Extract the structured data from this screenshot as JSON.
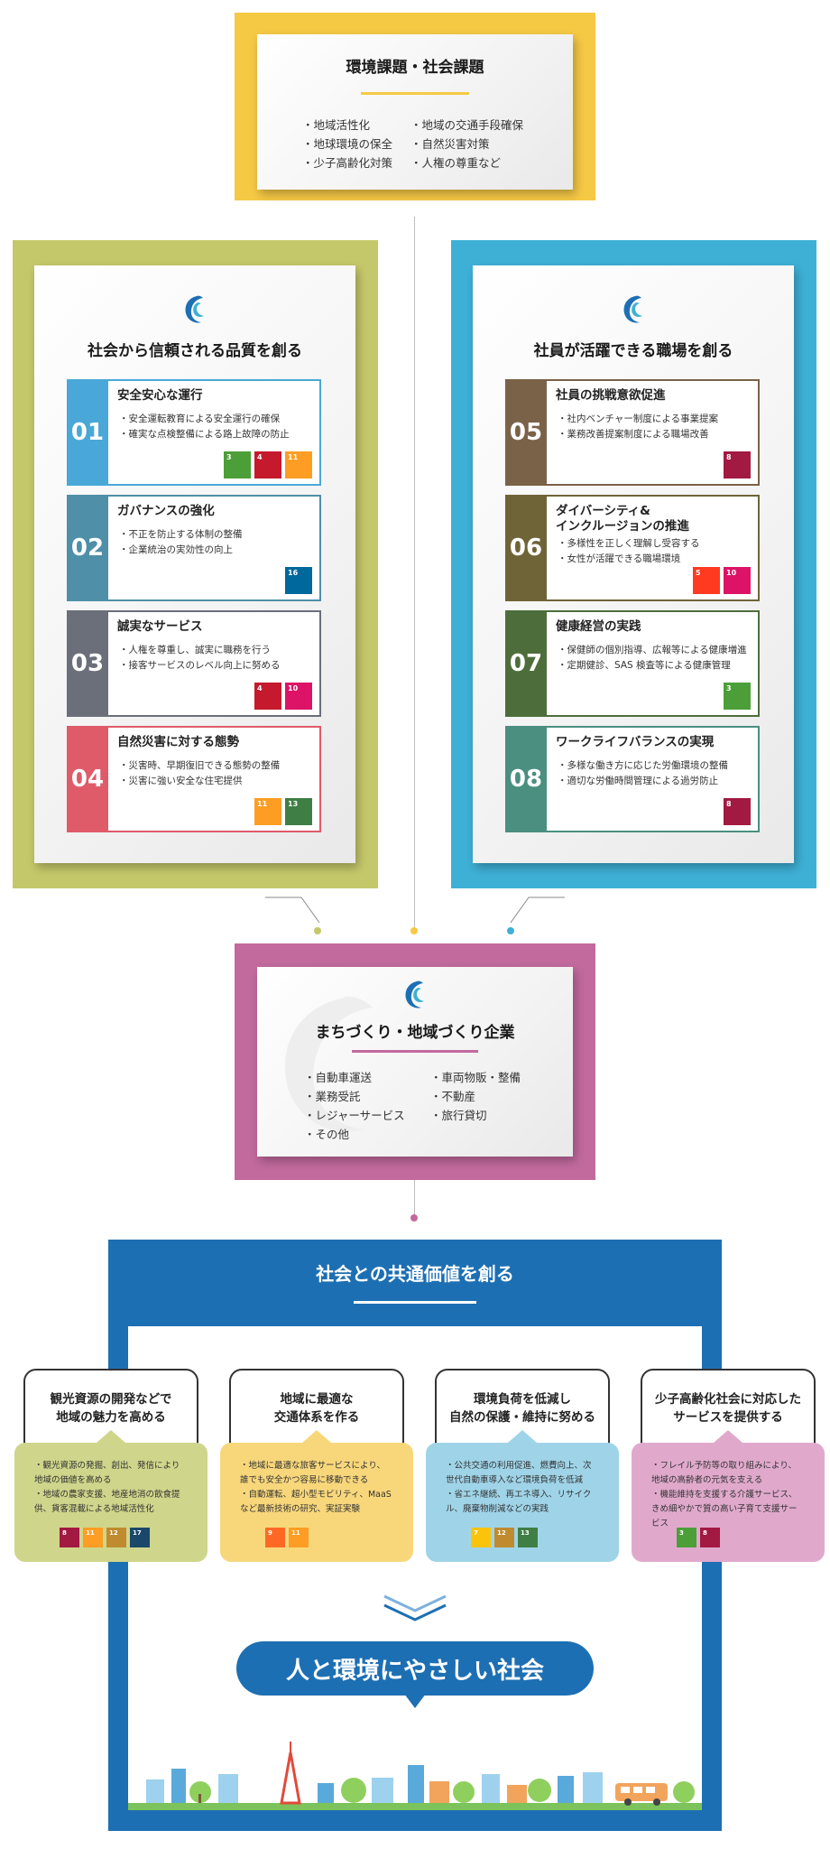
{
  "colors": {
    "yellow": "#f6c945",
    "green": "#c5c86a",
    "blue": "#3eb0d6",
    "pink": "#c26a9e",
    "navy": "#1d6fb3"
  },
  "issues": {
    "title": "環境課題・社会課題",
    "left": [
      "地域活性化",
      "地球環境の保全",
      "少子高齢化対策"
    ],
    "right": [
      "地域の交通手段確保",
      "自然災害対策",
      "人権の尊重など"
    ]
  },
  "quality": {
    "title": "社会から信頼される品質を創る",
    "items": [
      {
        "num": "01",
        "title": "安全安心な運行",
        "points": [
          "安全運転教育による安全運行の確保",
          "確実な点検整備による路上故障の防止"
        ],
        "sdgs": [
          {
            "n": "3",
            "c": "#4c9f38"
          },
          {
            "n": "4",
            "c": "#c5192d"
          },
          {
            "n": "11",
            "c": "#fd9d24"
          }
        ]
      },
      {
        "num": "02",
        "title": "ガバナンスの強化",
        "points": [
          "不正を防止する体制の整備",
          "企業統治の実効性の向上"
        ],
        "sdgs": [
          {
            "n": "16",
            "c": "#00689d"
          }
        ]
      },
      {
        "num": "03",
        "title": "誠実なサービス",
        "points": [
          "人権を尊重し、誠実に職務を行う",
          "接客サービスのレベル向上に努める"
        ],
        "sdgs": [
          {
            "n": "4",
            "c": "#c5192d"
          },
          {
            "n": "10",
            "c": "#dd1367"
          }
        ]
      },
      {
        "num": "04",
        "title": "自然災害に対する態勢",
        "points": [
          "災害時、早期復旧できる態勢の整備",
          "災害に強い安全な住宅提供"
        ],
        "sdgs": [
          {
            "n": "11",
            "c": "#fd9d24"
          },
          {
            "n": "13",
            "c": "#3f7e44"
          }
        ]
      }
    ]
  },
  "workplace": {
    "title": "社員が活躍できる職場を創る",
    "items": [
      {
        "num": "05",
        "title": "社員の挑戦意欲促進",
        "points": [
          "社内ベンチャー制度による事業提案",
          "業務改善提案制度による職場改善"
        ],
        "sdgs": [
          {
            "n": "8",
            "c": "#a21942"
          }
        ]
      },
      {
        "num": "06",
        "title": "ダイバーシティ&\nインクルージョンの推進",
        "points": [
          "多様性を正しく理解し受容する",
          "女性が活躍できる職場環境"
        ],
        "sdgs": [
          {
            "n": "5",
            "c": "#ff3a21"
          },
          {
            "n": "10",
            "c": "#dd1367"
          }
        ]
      },
      {
        "num": "07",
        "title": "健康経営の実践",
        "points": [
          "保健師の個別指導、広報等による健康増進",
          "定期健診、SAS 検査等による健康管理"
        ],
        "sdgs": [
          {
            "n": "3",
            "c": "#4c9f38"
          }
        ]
      },
      {
        "num": "08",
        "title": "ワークライフバランスの実現",
        "points": [
          "多様な働き方に応じた労働環境の整備",
          "適切な労働時間管理による過労防止"
        ],
        "sdgs": [
          {
            "n": "8",
            "c": "#a21942"
          }
        ]
      }
    ]
  },
  "company": {
    "title": "まちづくり・地域づくり企業",
    "left": [
      "自動車運送",
      "業務受託",
      "レジャーサービス",
      "その他"
    ],
    "right": [
      "車両物販・整備",
      "不動産",
      "旅行貸切"
    ]
  },
  "shared": {
    "title": "社会との共通価値を創る",
    "values": [
      {
        "head": "観光資源の開発などで\n地域の魅力を高める",
        "text": [
          "観光資源の発掘、創出、発信により地域の価値を高める",
          "地域の農家支援、地産地消の飲食提供、貨客混載による地域活性化"
        ],
        "sdgs": [
          {
            "n": "8",
            "c": "#a21942"
          },
          {
            "n": "11",
            "c": "#fd9d24"
          },
          {
            "n": "12",
            "c": "#bf8b2e"
          },
          {
            "n": "17",
            "c": "#19486a"
          }
        ]
      },
      {
        "head": "地域に最適な\n交通体系を作る",
        "text": [
          "地域に最適な旅客サービスにより、誰でも安全かつ容易に移動できる",
          "自動運転、超小型モビリティ、MaaSなど最新技術の研究、実証実験"
        ],
        "sdgs": [
          {
            "n": "9",
            "c": "#fd6925"
          },
          {
            "n": "11",
            "c": "#fd9d24"
          }
        ]
      },
      {
        "head": "環境負荷を低減し\n自然の保護・維持に努める",
        "text": [
          "公共交通の利用促進、燃費向上、次世代自動車導入など環境負荷を低減",
          "省エネ継続、再エネ導入、リサイクル、廃棄物削減などの実践"
        ],
        "sdgs": [
          {
            "n": "7",
            "c": "#fcc30b"
          },
          {
            "n": "12",
            "c": "#bf8b2e"
          },
          {
            "n": "13",
            "c": "#3f7e44"
          }
        ]
      },
      {
        "head": "少子高齢化社会に対応した\nサービスを提供する",
        "text": [
          "フレイル予防等の取り組みにより、地域の高齢者の元気を支える",
          "機能維持を支援する介護サービス、きめ細やかで質の高い子育て支援サービス"
        ],
        "sdgs": [
          {
            "n": "3",
            "c": "#4c9f38"
          },
          {
            "n": "8",
            "c": "#a21942"
          }
        ]
      }
    ],
    "goal": "人と環境にやさしい社会"
  }
}
